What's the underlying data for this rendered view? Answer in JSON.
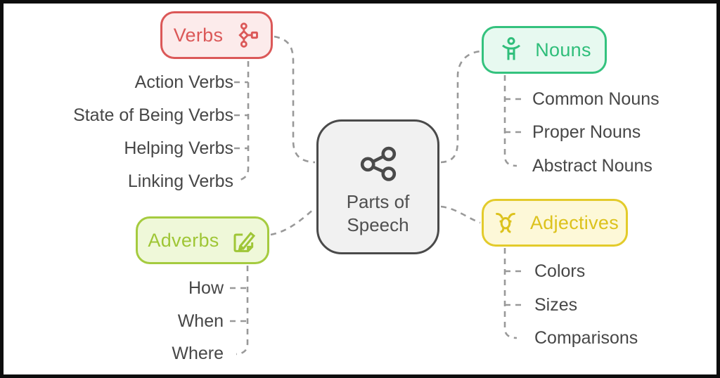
{
  "diagram_title": "Parts of Speech mind map",
  "center": {
    "line1": "Parts of",
    "line2": "Speech",
    "icon": "share-icon",
    "border_color": "#4a4a4a",
    "bg_color": "#f1f1f1"
  },
  "connector_color": "#999999",
  "item_text_color": "#474747",
  "branches": [
    {
      "id": "verbs",
      "label": "Verbs",
      "icon": "flowchart-icon",
      "accent_color": "#db5858",
      "bg_color": "#fcebeb",
      "children": [
        "Action Verbs",
        "State of Being Verbs",
        "Helping Verbs",
        "Linking Verbs"
      ]
    },
    {
      "id": "nouns",
      "label": "Nouns",
      "icon": "person-icon",
      "accent_color": "#34c27e",
      "bg_color": "#e7f9f0",
      "children": [
        "Common Nouns",
        "Proper Nouns",
        "Abstract Nouns"
      ]
    },
    {
      "id": "adverbs",
      "label": "Adverbs",
      "icon": "edit-pencil-icon",
      "accent_color": "#a5cb3f",
      "bg_color": "#eff8d9",
      "children": [
        "How",
        "When",
        "Where"
      ]
    },
    {
      "id": "adjectives",
      "label": "Adjectives",
      "icon": "bug-icon",
      "accent_color": "#e3cb2b",
      "bg_color": "#fdf8d8",
      "children": [
        "Colors",
        "Sizes",
        "Comparisons"
      ]
    }
  ]
}
